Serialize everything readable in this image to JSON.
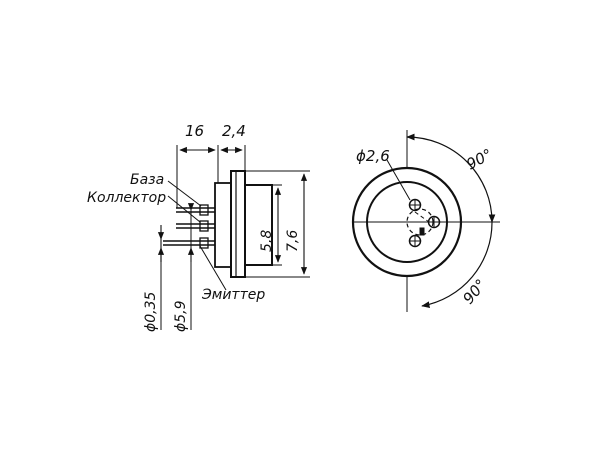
{
  "side_view": {
    "dim_body_length": "16",
    "dim_flange_length": "2,4",
    "dim_body_diameter": "5,8",
    "dim_flange_diameter": "7,6",
    "dim_lead_diameter": "ϕ0,35",
    "dim_pin_circle": "ϕ5,9",
    "label_base": "База",
    "label_collector": "Коллектор",
    "label_emitter": "Эмиттер"
  },
  "end_view": {
    "dim_center_circle": "ϕ2,6",
    "angle_top": "90°",
    "angle_bottom": "90°"
  }
}
